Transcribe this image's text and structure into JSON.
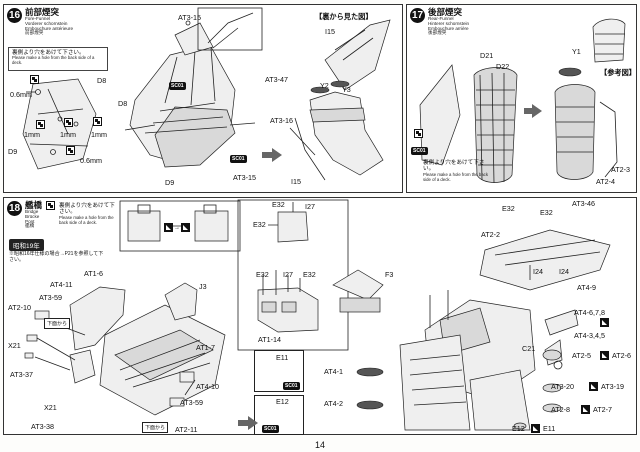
{
  "page": {
    "number": "14"
  },
  "step16": {
    "num": "16",
    "title_jp": "前部煙突",
    "title_lines": [
      "Fore-Funnel",
      "Vorderer schornstein",
      "Embouchure antérieure",
      "前部煙突"
    ],
    "note_jp": "裏側より穴をあけて下さい。",
    "note_en": "Please make a hole from the back side of a deck.",
    "labels": [
      "D8",
      "D9",
      "0.6mm",
      "1mm",
      "1mm",
      "1mm",
      "0.6mm",
      "AT3-15",
      "D8",
      "D9",
      "AT3-15",
      "SC01"
    ],
    "sub_title": "【裏から見た図】",
    "sub_labels": [
      "I15",
      "AT3-47",
      "Y2",
      "Y3",
      "AT3-16",
      "I15"
    ]
  },
  "step17": {
    "num": "17",
    "title_jp": "後部煙突",
    "title_lines": [
      "Rear-Funnel",
      "Hinterer schornstein",
      "Embouchure arrière",
      "後部煙突"
    ],
    "labels": [
      "D21",
      "D22",
      "Y1",
      "SC01",
      "AT2-3",
      "AT2-4"
    ],
    "ref_label": "【参考図】",
    "note_jp": "裏側より穴をあけて下さい。",
    "note_en": "Please make a hole from the back side of a deck."
  },
  "step18": {
    "num": "18",
    "title_jp": "艦橋",
    "title_lines": [
      "Bridge",
      "Brücke",
      "Pont",
      "艦橋"
    ],
    "note_jp": "裏側より穴をあけて下さい。",
    "note_en": "Please make a hole from the back side of a deck.",
    "year_badge": "昭和19年",
    "year_note": "※昭和16年仕様の場合→P21を参照して下さい。",
    "left_labels": [
      "AT1-6",
      "AT4-11",
      "AT3-59",
      "AT2-10",
      "J3",
      "X21",
      "AT3-37",
      "AT1-7",
      "AT4-10",
      "X21",
      "AT3-38",
      "AT3-59",
      "AT2-11"
    ],
    "small_note": "下面から",
    "detail_labels": [
      "E32",
      "I27",
      "E32",
      "E32",
      "I27",
      "E32",
      "F3",
      "AT1-14"
    ],
    "box_labels": [
      "E11",
      "SC01",
      "E12",
      "SC01"
    ],
    "mid_labels": [
      "AT4-1",
      "AT4-2"
    ],
    "right_labels": [
      "E32",
      "E32",
      "AT3-46",
      "AT2-2",
      "I24",
      "I24",
      "AT4-9",
      "AT4-6,7,8",
      "AT4-3,4,5",
      "C21",
      "AT2-5",
      "AT2-6",
      "AT3-20",
      "AT3-19",
      "AT2-8",
      "AT2-7",
      "E12",
      "E11"
    ]
  }
}
